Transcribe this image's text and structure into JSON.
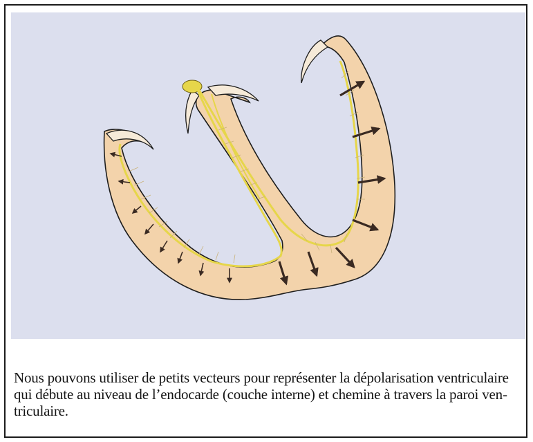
{
  "figure": {
    "colors": {
      "panel_background": "#dcdfee",
      "heart_wall": "#f3d3ab",
      "wall_outline": "#1e1e1e",
      "conduction_system": "#e6d64a",
      "vector_arrows": "#3a2a22"
    },
    "illustration": "heart-ventricles-depolarization-vectors"
  },
  "caption": {
    "line1": "Nous pouvons utiliser de petits vecteurs pour représenter la dépolarisation ventriculaire",
    "line2": "qui débute au niveau de l’endocarde (couche interne) et chemine à travers la paroi ven-",
    "line3": "triculaire."
  }
}
